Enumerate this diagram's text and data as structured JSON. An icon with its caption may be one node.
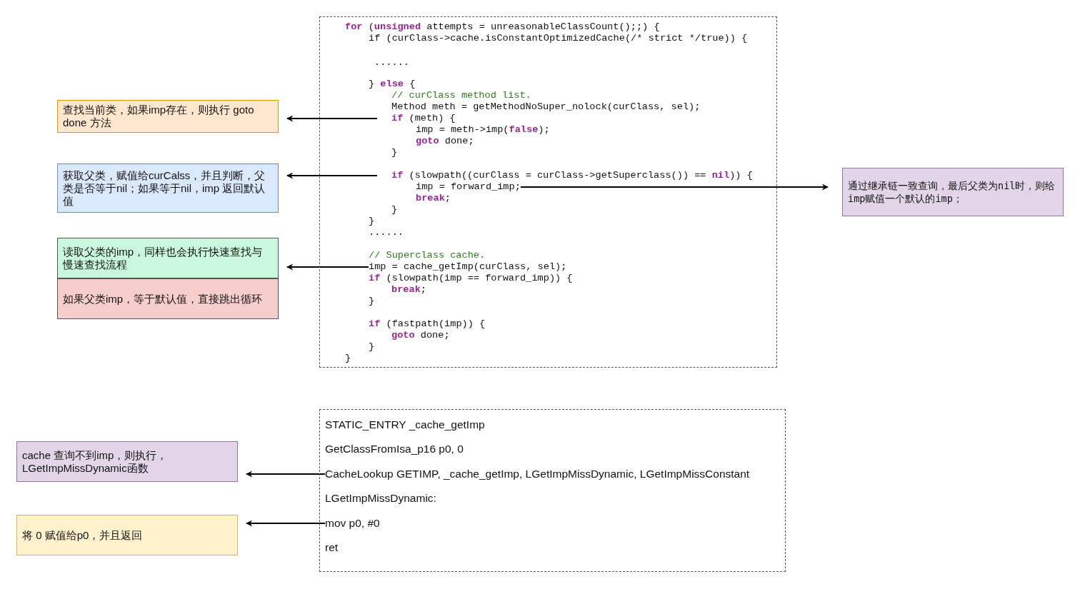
{
  "diagram": {
    "nodes": [
      {
        "text": [
          "**for** (**unsigned** attempts = unreasonableClassCount();;) {",
          "if (curClass->cache.isConstantOptimizedCache(/* strict */true)) {",
          "......",
          "} **else** {",
          "// curClass method list.",
          "Method meth = getMethodNoSuper_nolock(curClass, sel);",
          "imp = meth->imp(**false**);",
          "**goto** done;",
          "}",
          "**break**;",
          "}",
          "}",
          "......",
          "// Superclass cache.",
          "**if** (slowpath(imp == forward_imp)) {",
          "**break**;",
          "}",
          "**if** (fastpath(imp)) {",
          "**goto** done;",
          "}",
          "}"
        ]
      },
      {
        "text": [
          "**if** (meth) {"
        ],
        "in": 0
      },
      {
        "text": [
          "**if** (slowpath((curClass = curClass->getSuperclass()) == **nil**)) {"
        ],
        "in": 0
      },
      {
        "text": [
          "imp = forward_imp;"
        ],
        "in": 0
      },
      {
        "text": [
          "imp = cache_getImp(curClass, sel);"
        ],
        "in": 0
      },
      {
        "text": [
          "查找当前类，如果imp存在，则执行 goto done 方法"
        ]
      },
      {
        "text": [
          "获取父类，赋值给curCalss，并且判断，父类是否等于nil；如果等于nil，imp 返回默认值"
        ]
      },
      {
        "text": [
          "读取父类的imp，同样也会执行快速查找与慢速查找流程"
        ]
      },
      {
        "text": [
          "如果父类imp，等于默认值，直接跳出循环"
        ]
      },
      {
        "text": [
          "通过继承链一致查询，最后父类为nil时，则给imp赋值一个默认的imp；"
        ]
      },
      {
        "text": [
          "STATIC_ENTRY _cache_getImp",
          "GetClassFromIsa_p16 p0, 0",
          "LGetImpMissDynamic:",
          "ret"
        ]
      },
      {
        "text": [
          "CacheLookup GETIMP, _cache_getImp, LGetImpMissDynamic, LGetImpMissConstant"
        ],
        "in": 10
      },
      {
        "text": [
          "mov p0, #0"
        ],
        "in": 10
      },
      {
        "text": [
          "cache 查询不到imp，则执行，LGetImpMissDynamic函数"
        ]
      },
      {
        "text": [
          "将 0 赋值给p0，并且返回"
        ]
      }
    ],
    "edges": [
      {
        "from": 1,
        "to": 5,
        "arrow": "to"
      },
      {
        "from": 2,
        "to": 6,
        "arrow": "to"
      },
      {
        "from": 3,
        "to": 9,
        "arrow": "to"
      },
      {
        "from": 4,
        "to": 7,
        "arrow": "to"
      },
      {
        "from": 11,
        "to": 13,
        "arrow": "to"
      },
      {
        "from": 12,
        "to": 14,
        "arrow": "to"
      }
    ]
  }
}
